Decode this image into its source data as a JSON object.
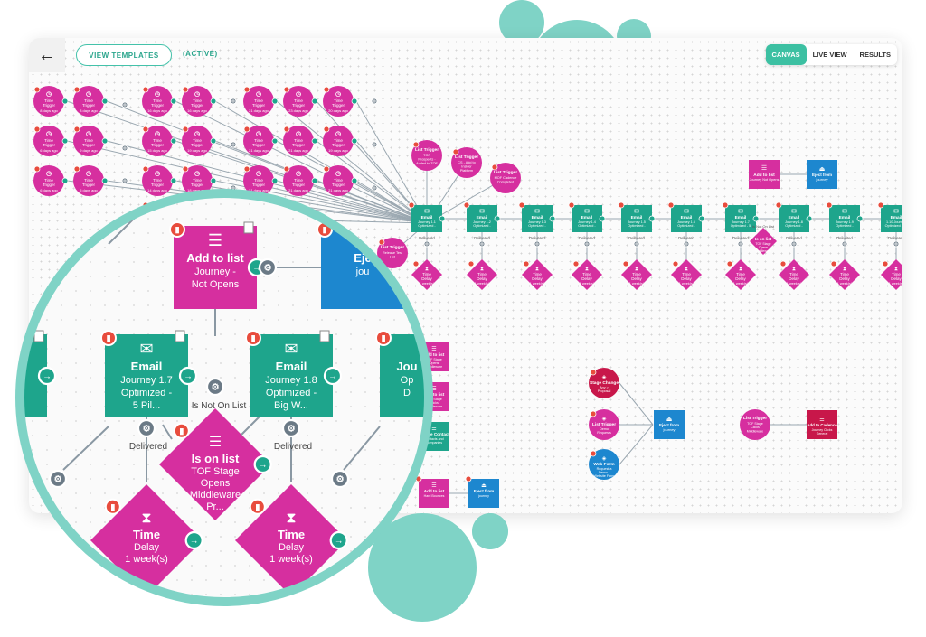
{
  "toolbar": {
    "back_icon": "arrow-left-icon",
    "view_templates": "VIEW TEMPLATES",
    "status": "(ACTIVE)"
  },
  "tabs": [
    "CANVAS",
    "LIVE VIEW",
    "RESULTS"
  ],
  "active_tab": "CANVAS",
  "colors": {
    "magenta": "#d62f9f",
    "teal": "#1ea58c",
    "blue": "#1d87cf",
    "red": "#e84c3d",
    "accent": "#3cc0a2",
    "crimson": "#c8174a"
  },
  "canvas": {
    "triggers": [
      {
        "title": "Time",
        "sub": "Trigger",
        "age": "8 days ago"
      },
      {
        "title": "Time",
        "sub": "Trigger",
        "age": "8 days ago"
      },
      {
        "title": "Time",
        "sub": "Trigger",
        "age": "16 days ago"
      },
      {
        "title": "Time",
        "sub": "Trigger",
        "age": "16 days ago"
      },
      {
        "title": "Time",
        "sub": "Trigger",
        "age": "21 days ago"
      },
      {
        "title": "Time",
        "sub": "Trigger",
        "age": "23 days ago"
      },
      {
        "title": "Time",
        "sub": "Trigger",
        "age": "20 days ago"
      },
      {
        "title": "Time",
        "sub": "Trigger",
        "age": "6 days ago"
      },
      {
        "title": "Time",
        "sub": "Trigger",
        "age": "9 days ago"
      },
      {
        "title": "Time",
        "sub": "Trigger",
        "age": "15 days ago"
      },
      {
        "title": "Time",
        "sub": "Trigger",
        "age": "19 days ago"
      },
      {
        "title": "Time",
        "sub": "Trigger",
        "age": "21 days ago"
      },
      {
        "title": "Time",
        "sub": "Trigger",
        "age": "21 days ago"
      },
      {
        "title": "Time",
        "sub": "Trigger",
        "age": "19 days ago"
      },
      {
        "title": "Time",
        "sub": "Trigger",
        "age": "6 days ago"
      },
      {
        "title": "Time",
        "sub": "Trigger",
        "age": "5 days ago"
      },
      {
        "title": "Time",
        "sub": "Trigger",
        "age": "14 days ago"
      },
      {
        "title": "Time",
        "sub": "Trigger",
        "age": "18 days ago"
      },
      {
        "title": "Time",
        "sub": "Trigger",
        "age": "21 days ago"
      },
      {
        "title": "Time",
        "sub": "Trigger",
        "age": "21 days ago"
      },
      {
        "title": "Time",
        "sub": "Trigger",
        "age": "21 days ago"
      },
      {
        "title": "Time",
        "sub": "Trigger",
        "age": "12 days ago"
      }
    ],
    "list_triggers": [
      {
        "title": "List Trigger",
        "desc": "TOF Prospects - Added to TOF"
      },
      {
        "title": "List Trigger",
        "desc": "CS - Add to Insider Platform"
      },
      {
        "title": "List Trigger",
        "desc": "MOF Cadence Completed"
      },
      {
        "title": "List Trigger",
        "desc": "Release Test List"
      }
    ],
    "emails": [
      {
        "title": "Email",
        "desc": "Journey 1.1 Optimized - Tran..."
      },
      {
        "title": "Email",
        "desc": "Journey 1.2 Optimized - Accel..."
      },
      {
        "title": "Email",
        "desc": "Journey 1.3 Optimized - Take..."
      },
      {
        "title": "Email",
        "desc": "Journey 1.4 Optimized - Dena..."
      },
      {
        "title": "Email",
        "desc": "Journey 1.5 Optimized - Sell..."
      },
      {
        "title": "Email",
        "desc": "Journey 1.6 Optimized - Opera..."
      },
      {
        "title": "Email",
        "desc": "Journey 1.7 Optimized - 5 Pil..."
      },
      {
        "title": "Email",
        "desc": "Journey 1.8 Optimized - Big W..."
      },
      {
        "title": "Email",
        "desc": "Journey 1.9 Optimized - Data..."
      },
      {
        "title": "Email",
        "desc": "1.10 Journey Optimized - 10 3..."
      }
    ],
    "delays": [
      {
        "title": "Time Delay",
        "desc": "1 week(s) 0 Day(s) 0 Hour 1,2"
      },
      {
        "title": "Time Delay",
        "desc": "1 week(s) 0 Day(s) 0 Hour 1,2"
      },
      {
        "title": "Time Delay",
        "desc": "1 week(s) 0 Day(s) 0 Hour 1,2"
      },
      {
        "title": "Time Delay",
        "desc": "1 week(s)"
      },
      {
        "title": "Time Delay",
        "desc": "1 week(s)"
      },
      {
        "title": "Time Delay",
        "desc": "1 week(s)"
      },
      {
        "title": "Time Delay",
        "desc": "1 week(s)"
      },
      {
        "title": "Time Delay",
        "desc": "1 week(s)"
      },
      {
        "title": "Time Delay",
        "desc": "1 week(s)"
      },
      {
        "title": "Time Delay",
        "desc": "1 week(s)"
      }
    ],
    "delivered": "Delivered",
    "is_not_on_list": "Is Not On List",
    "is_on_list": {
      "title": "Is on list",
      "desc": "TOF Stage Opens Middleware Pr..."
    },
    "add_to_list_top": {
      "title": "Add to list",
      "desc": "Journey Not Opens"
    },
    "eject_top": {
      "title": "Eject from",
      "desc": "journey"
    },
    "side_actions": [
      {
        "title": "Add to list",
        "desc": "TOF Stage Opens Middleware"
      },
      {
        "title": "Add to list",
        "desc": "TOF Stage Clicks Middleware"
      },
      {
        "title": "Update Contact",
        "desc": "Contacts and Companies"
      },
      {
        "title": "Add to list",
        "desc": "Hard Bounces"
      },
      {
        "title": "Eject from",
        "desc": "journey"
      }
    ],
    "stage_change": {
      "title": "Stage Change",
      "desc": "Any > Proposal"
    },
    "list_trigger_demo": {
      "title": "List Trigger",
      "desc": "Demo Requests"
    },
    "web_form": {
      "title": "Web Form",
      "desc": "Request a Demo - Website Form"
    },
    "eject_mid": {
      "title": "Eject from",
      "desc": "journey"
    },
    "list_trigger_tof": {
      "title": "List Trigger",
      "desc": "TOF Stage Clicks Middleware P..."
    },
    "add_cadence": {
      "title": "Add to Cadence",
      "desc": "Journey Clicks General (7d)..."
    }
  },
  "zoom": {
    "add_to_list": {
      "title": "Add to list",
      "line1": "Journey -",
      "line2": "Not Opens"
    },
    "eject": {
      "title": "Eje",
      "line1": "jou"
    },
    "email_left": {
      "title": "Email",
      "line1": "Journey 1.7",
      "line2": "Optimized -",
      "line3": "5 Pil..."
    },
    "email_right": {
      "title": "Email",
      "line1": "Journey 1.8",
      "line2": "Optimized -",
      "line3": "Big W..."
    },
    "email_far": {
      "title": "Jou",
      "line1": "Op",
      "line2": "D"
    },
    "is_not_on_list": "Is Not On List",
    "delivered": "Delivered",
    "is_on_list": {
      "title": "Is on list",
      "line1": "TOF Stage",
      "line2": "Opens",
      "line3": "Middleware",
      "line4": "Pr..."
    },
    "delay_left": {
      "title": "Time",
      "line1": "Delay",
      "line2": "1 week(s)"
    },
    "delay_right": {
      "title": "Time",
      "line1": "Delay",
      "line2": "1 week(s)"
    }
  }
}
